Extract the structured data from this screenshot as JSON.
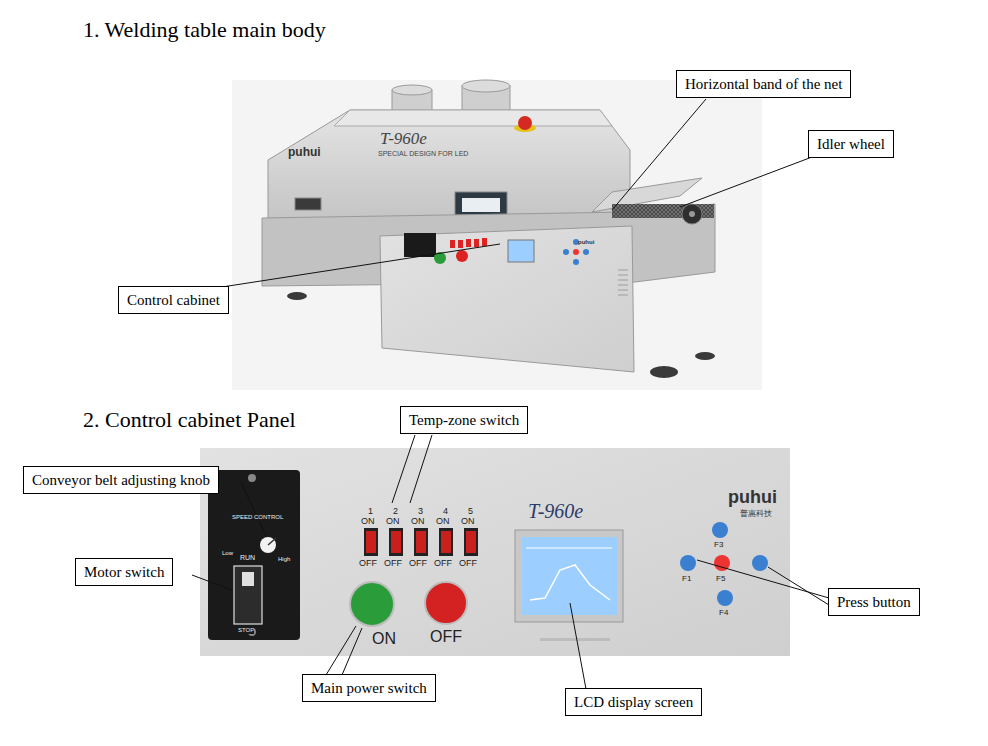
{
  "diagram": {
    "nodes": [
      {
        "text": [
          "Horizontal band of the net"
        ]
      },
      {
        "text": [
          "Idler wheel"
        ]
      },
      {
        "text": [
          "Control cabinet"
        ]
      },
      {
        "text": [
          "Temp-zone switch"
        ]
      },
      {
        "text": [
          "Conveyor belt adjusting knob"
        ]
      },
      {
        "text": [
          "Motor switch"
        ]
      },
      {
        "text": [
          "Main power switch"
        ]
      },
      {
        "text": [
          "LCD display screen"
        ]
      },
      {
        "text": [
          "Press button"
        ]
      }
    ],
    "labels": [
      "1. Welding table main body",
      "2. Control cabinet Panel",
      "puhui",
      "T-960e",
      "SPECIAL DESIGN FOR LED",
      "puhui",
      "T-960e",
      "puhui",
      "普惠科技",
      "1",
      "2",
      "3",
      "4",
      "5",
      "ON",
      "ON",
      "ON",
      "ON",
      "ON",
      "OFF",
      "OFF",
      "OFF",
      "OFF",
      "OFF",
      "ON",
      "OFF",
      "SPEED CONTROL",
      "Low",
      "High",
      "RUN",
      "STOP",
      "F3",
      "F1",
      "F5",
      "F4"
    ]
  }
}
